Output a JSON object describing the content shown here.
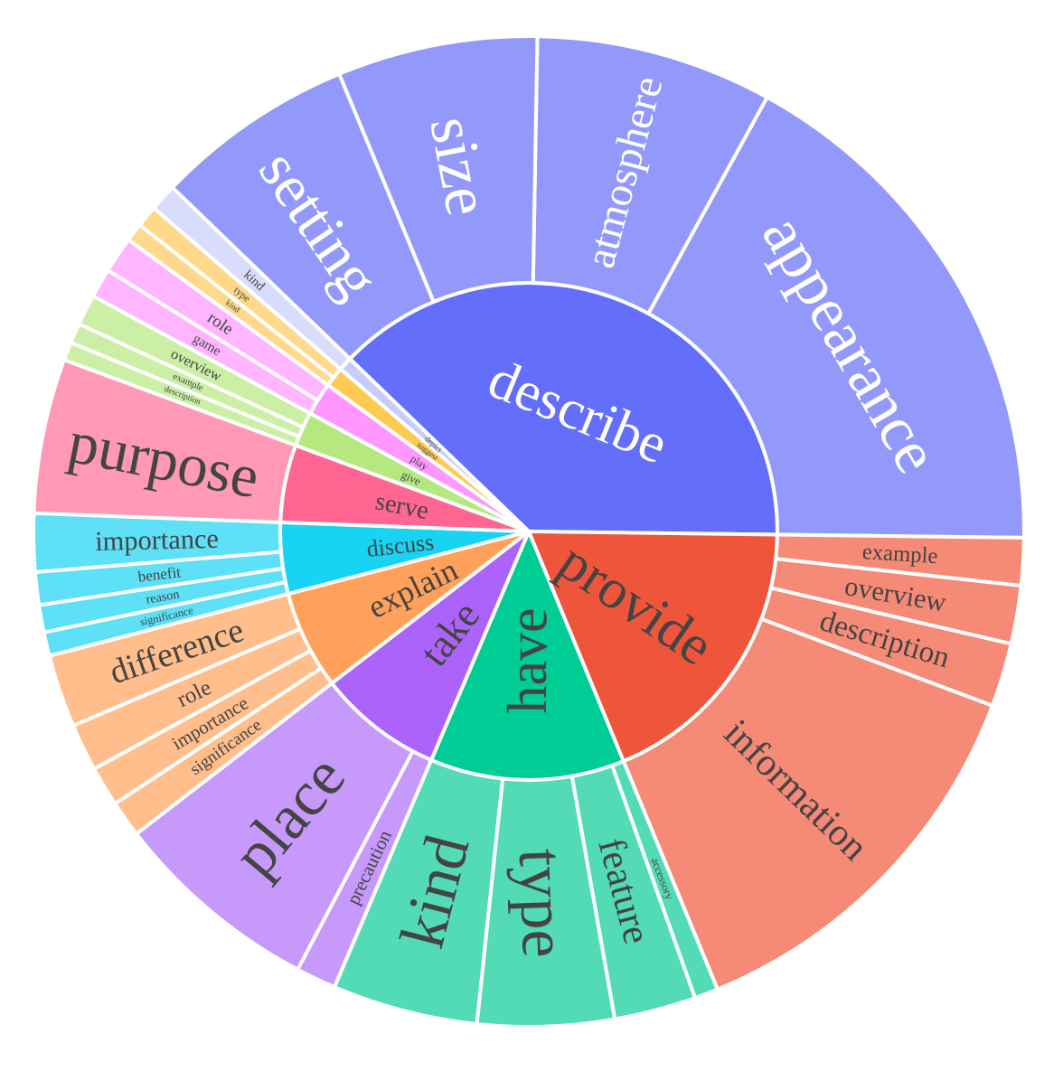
{
  "chart_data": {
    "type": "sunburst",
    "title": "",
    "verbs": [
      {
        "label": "describe",
        "color": "#636efa",
        "child_color": "#9399fb",
        "text": "#ffffff",
        "child_text": "#ffffff",
        "children": [
          {
            "label": "appearance",
            "value": 29
          },
          {
            "label": "atmosphere",
            "value": 13
          },
          {
            "label": "size",
            "value": 11
          },
          {
            "label": "setting",
            "value": 11
          }
        ]
      },
      {
        "label": "provide",
        "color": "#ef553b",
        "child_color": "#f58a76",
        "text": "#444444",
        "child_text": "#444444",
        "children": [
          {
            "label": "information",
            "value": 22
          },
          {
            "label": "description",
            "value": 3.5
          },
          {
            "label": "overview",
            "value": 3.2
          },
          {
            "label": "example",
            "value": 2.6
          }
        ]
      },
      {
        "label": "have",
        "color": "#00cc96",
        "child_color": "#52dbb6",
        "text": "#444444",
        "child_text": "#444444",
        "children": [
          {
            "label": "kind",
            "value": 8
          },
          {
            "label": "type",
            "value": 7.5
          },
          {
            "label": "feature",
            "value": 4.5
          },
          {
            "label": "accessory",
            "value": 1.3
          }
        ]
      },
      {
        "label": "take",
        "color": "#ab63fa",
        "child_color": "#c699fb",
        "text": "#444444",
        "child_text": "#444444",
        "children": [
          {
            "label": "place",
            "value": 11.5
          },
          {
            "label": "precaution",
            "value": 2.2
          }
        ]
      },
      {
        "label": "explain",
        "color": "#ffa15a",
        "child_color": "#ffbe8c",
        "text": "#444444",
        "child_text": "#444444",
        "children": [
          {
            "label": "difference",
            "value": 4
          },
          {
            "label": "role",
            "value": 2.6
          },
          {
            "label": "importance",
            "value": 2.2
          },
          {
            "label": "significance",
            "value": 2.0
          }
        ]
      },
      {
        "label": "discuss",
        "color": "#19d3f3",
        "child_color": "#5ee0f6",
        "text": "#444444",
        "child_text": "#444444",
        "children": [
          {
            "label": "importance",
            "value": 3.2
          },
          {
            "label": "benefit",
            "value": 1.8
          },
          {
            "label": "reason",
            "value": 1.5
          },
          {
            "label": "significance",
            "value": 1.3
          }
        ]
      },
      {
        "label": "serve",
        "color": "#ff6692",
        "child_color": "#ff99b5",
        "text": "#444444",
        "child_text": "#444444",
        "children": [
          {
            "label": "purpose",
            "value": 8.5
          }
        ]
      },
      {
        "label": "give",
        "color": "#b6e880",
        "child_color": "#ccefa6",
        "text": "#444444",
        "child_text": "#444444",
        "children": [
          {
            "label": "overview",
            "value": 1.7
          },
          {
            "label": "example",
            "value": 1.1
          },
          {
            "label": "description",
            "value": 1.0
          }
        ]
      },
      {
        "label": "play",
        "color": "#ff97ff",
        "child_color": "#ffb6ff",
        "text": "#444444",
        "child_text": "#444444",
        "children": [
          {
            "label": "role",
            "value": 2.0
          },
          {
            "label": "game",
            "value": 1.6
          }
        ]
      },
      {
        "label": "suggest",
        "color": "#fecb52",
        "child_color": "#fed98c",
        "text": "#444444",
        "child_text": "#444444",
        "children": [
          {
            "label": "type",
            "value": 1.2
          },
          {
            "label": "kind",
            "value": 1.0
          }
        ]
      },
      {
        "label": "depict",
        "color": "#c8ccfc",
        "child_color": "#dadcfd",
        "text": "#444444",
        "child_text": "#444444",
        "children": [
          {
            "label": "kind",
            "value": 1.5
          }
        ]
      }
    ]
  }
}
